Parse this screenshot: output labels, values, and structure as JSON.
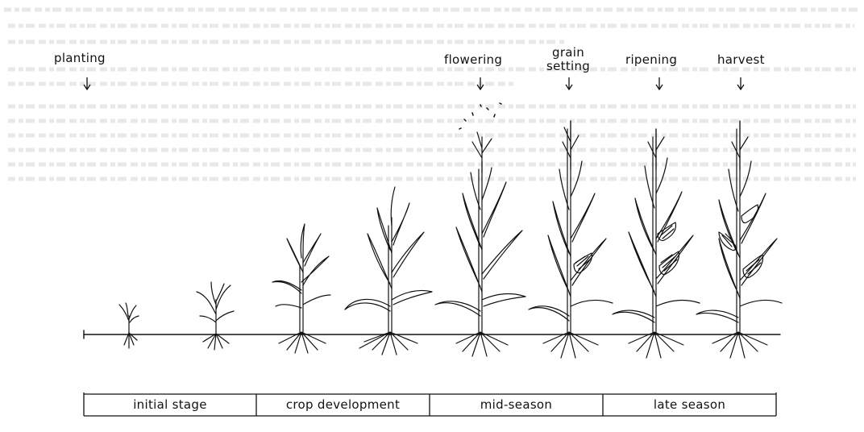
{
  "timeline_labels": [
    {
      "id": "planting",
      "text": "planting"
    },
    {
      "id": "flowering",
      "text": "flowering"
    },
    {
      "id": "grain-setting",
      "lines": [
        "grain",
        "setting"
      ]
    },
    {
      "id": "ripening",
      "text": "ripening"
    },
    {
      "id": "harvest",
      "text": "harvest"
    }
  ],
  "stages": [
    {
      "id": "initial-stage",
      "text": "initial stage"
    },
    {
      "id": "crop-development",
      "text": "crop development"
    },
    {
      "id": "mid-season",
      "text": "mid-season"
    },
    {
      "id": "late-season",
      "text": "late season"
    }
  ],
  "colors": {
    "ink": "#111111",
    "paper": "#ffffff",
    "bleed": "#8a8a8a"
  }
}
